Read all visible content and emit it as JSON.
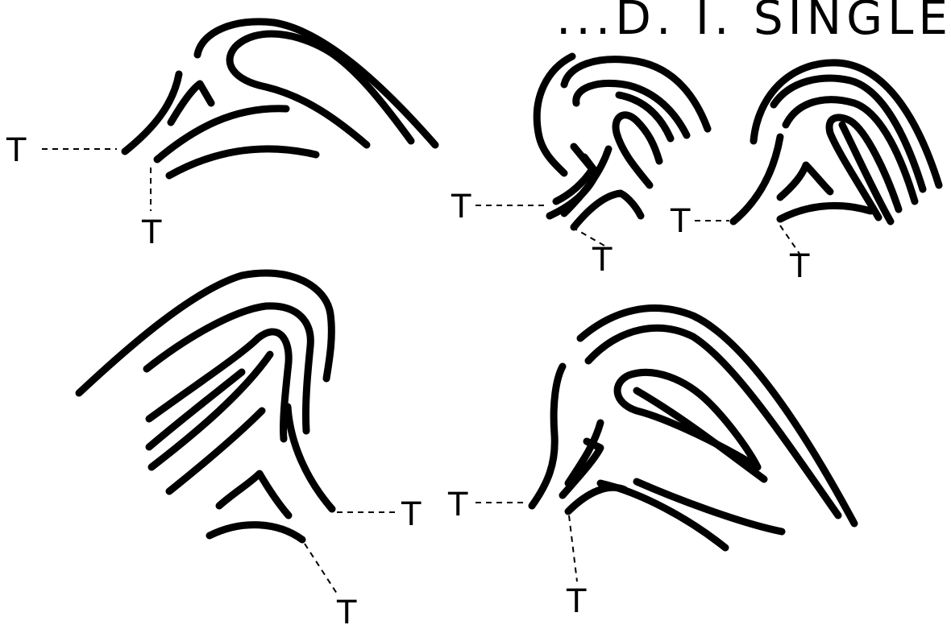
{
  "figure": {
    "heading": "...D. I. SINGLE RID",
    "delta_marker": "T",
    "colors": {
      "ink": "#000000",
      "paper": "#ffffff"
    },
    "panels": [
      {
        "id": "1",
        "labels": [
          "T",
          "T"
        ]
      },
      {
        "id": "2",
        "labels": [
          "T",
          "T"
        ]
      },
      {
        "id": "3",
        "labels": [
          "T",
          "T"
        ]
      },
      {
        "id": "4",
        "labels": [
          "T",
          "T"
        ]
      },
      {
        "id": "5",
        "labels": [
          "T",
          "T"
        ]
      }
    ]
  }
}
